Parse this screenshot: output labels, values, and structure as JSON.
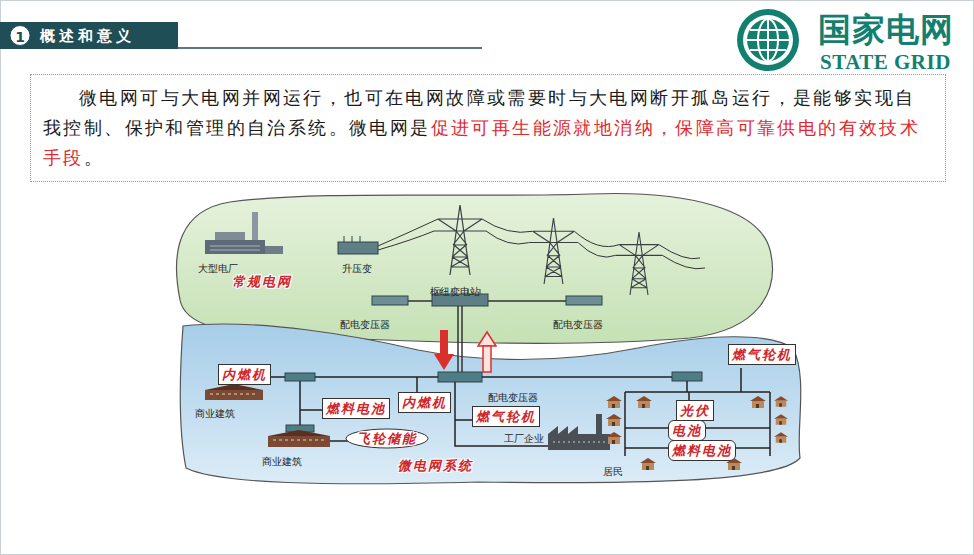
{
  "diagram": {
    "title": "概述和意义",
    "nodes": [
      {
        "text": [
          "微电网可与大电网并网运行，也可在电网故障或需要时与大电网断开孤岛运行，是能够实现自我控制、保护和管理的自治系统。微电网是",
          "促进可再生能源就地消纳，保障高可靠供电的有效技术手段",
          "。"
        ]
      },
      {
        "text": [
          "常规电网"
        ]
      },
      {
        "text": [
          "微电网系统"
        ]
      },
      {
        "text": [
          "内燃机"
        ],
        "in": 2
      },
      {
        "text": [
          "燃料电池"
        ],
        "in": 2
      },
      {
        "text": [
          "飞轮储能"
        ],
        "in": 2
      },
      {
        "text": [
          "内燃机"
        ],
        "in": 2
      },
      {
        "text": [
          "燃气轮机"
        ],
        "in": 2
      },
      {
        "text": [
          "燃气轮机"
        ],
        "in": 2
      },
      {
        "text": [
          "光伏"
        ],
        "in": 2
      },
      {
        "text": [
          "电池"
        ],
        "in": 2
      },
      {
        "text": [
          "燃料电池"
        ],
        "in": 2
      }
    ],
    "labels": [
      "1",
      "国家电网",
      "STATE GRID",
      "大型电厂",
      "升压变",
      "枢纽变电站",
      "配电变压器",
      "配电变压器",
      "商业建筑",
      "配电变压器",
      "工厂企业",
      "商业建筑",
      "居民"
    ]
  }
}
